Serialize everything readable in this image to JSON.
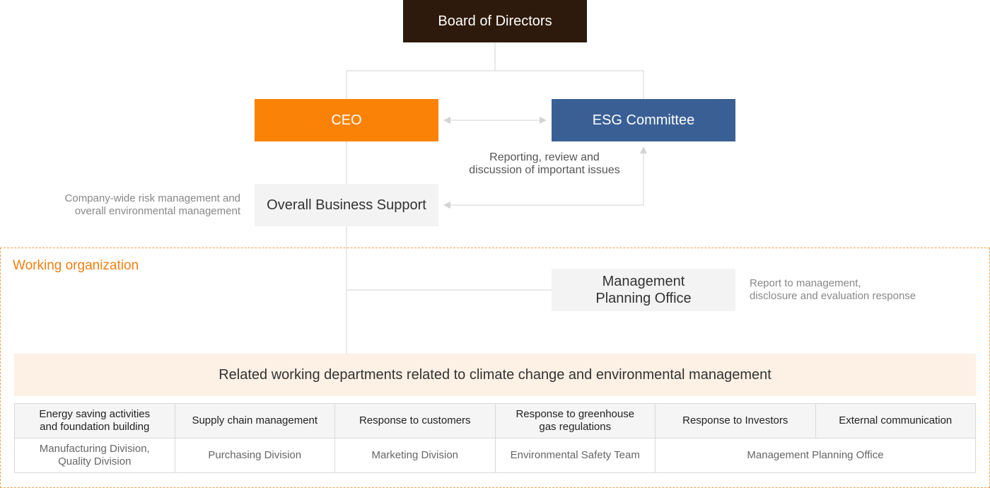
{
  "board": {
    "label": "Board of Directors"
  },
  "ceo": {
    "label": "CEO"
  },
  "esg": {
    "label": "ESG Committee"
  },
  "reporting_note": {
    "line1": "Reporting, review and",
    "line2": "discussion of important issues"
  },
  "support": {
    "label": "Overall Business Support"
  },
  "support_note": {
    "line1": "Company-wide risk management and",
    "line2": "overall environmental management"
  },
  "working": {
    "title": "Working organization"
  },
  "mpo": {
    "line1": "Management",
    "line2": "Planning Office"
  },
  "mpo_note": {
    "line1": "Report to management,",
    "line2": "disclosure and evaluation response"
  },
  "related": {
    "label": "Related working departments related to climate change and environmental management"
  },
  "table": {
    "functions": [
      {
        "line1": "Energy saving activities",
        "line2": "and foundation building"
      },
      {
        "line1": "Supply chain management",
        "line2": ""
      },
      {
        "line1": "Response to customers",
        "line2": ""
      },
      {
        "line1": "Response to greenhouse",
        "line2": "gas regulations"
      },
      {
        "line1": "Response to Investors",
        "line2": ""
      },
      {
        "line1": "External communication",
        "line2": ""
      }
    ],
    "departments": [
      {
        "line1": "Manufacturing Division,",
        "line2": "Quality Division"
      },
      {
        "line1": "Purchasing Division",
        "line2": ""
      },
      {
        "line1": "Marketing Division",
        "line2": ""
      },
      {
        "line1": "Environmental Safety Team",
        "line2": ""
      },
      {
        "line1": "Management Planning Office",
        "line2": ""
      }
    ]
  },
  "colors": {
    "board": "#2e1a0c",
    "ceo": "#fa8307",
    "esg": "#3a5f95",
    "accent": "#f07f10",
    "connector": "#d0d0d0"
  }
}
